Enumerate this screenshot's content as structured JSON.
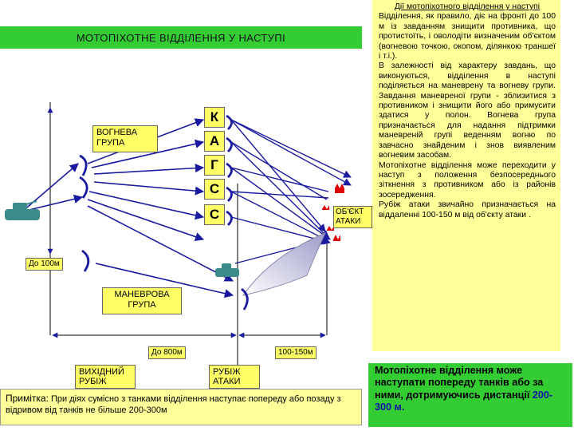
{
  "title": "МОТОПІХОТНЕ ВІДДІЛЕННЯ У НАСТУПІ",
  "labels": {
    "fire_group": "ВОГНЕВА ГРУПА",
    "maneuver_group": "МАНЕВРОВА ГРУПА",
    "target": "ОБ'ЄКТ АТАКИ",
    "start_line": "ВИХІДНИЙ РУБІЖ",
    "attack_line": "РУБІЖ АТАКИ",
    "dist_100": "До 100м",
    "dist_800": "До 800м",
    "dist_100_150": "100-150м"
  },
  "soldiers": [
    "К",
    "А",
    "Г",
    "С",
    "С"
  ],
  "right_panel": {
    "heading": "Дії мотопіхотного відділення у наступі",
    "paragraphs": [
      "Відділення, як правило, діє на фронті до 100 м із завданням знищити противника, що протистоїть, і оволодіти визначеним об'єктом (вогневою точкою, окопом, ділянкою траншеї і т.і.).",
      "В залежності від характеру завдань, що виконуються, відділення в наступі поділяється на маневрену та вогневу групи. Завдання маневреної групи - зблизитися з противником і знищити його або примусити здатися у полон. Вогнева група призначається для надання підтримки маневреній групі веденням вогню по завчасно знайденим і знов виявленим вогневим засобам.",
      "Мотопіхотне відділення може переходити у наступ з положення безпосереднього зіткнення з противником або із районів зосередження.",
      "Рубіж атаки звичайно призначається на віддаленні 100-150 м від об'єкту атаки ."
    ]
  },
  "note": {
    "head": "Примітка:",
    "text": "При діях сумісно з танками відділення наступає попереду або позаду з відривом від танків не більше 200-300м"
  },
  "summary": {
    "before": "Мотопіхотне відділення може наступати попереду танків або за ними, дотримуючись дистанції ",
    "highlight": "200-300 м",
    "after": "."
  },
  "colors": {
    "title_bar": "#33cc33",
    "panel": "#ffff99",
    "label_box": "#ffff66",
    "arrow": "#1a1aa0",
    "enemy": "#dd0000",
    "vehicle": "#3d8a8a",
    "fire_fan": "#b9b9d8"
  },
  "icons": [
    "infantry-fighting-vehicle-icon",
    "enemy-firing-point-icon",
    "soldier-position-arc-icon"
  ]
}
